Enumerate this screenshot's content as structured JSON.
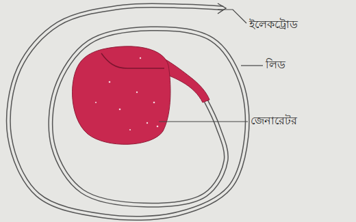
{
  "diagram": {
    "labels": [
      "ইলেকট্রোড",
      "লিড",
      "জেনারেটর"
    ]
  }
}
